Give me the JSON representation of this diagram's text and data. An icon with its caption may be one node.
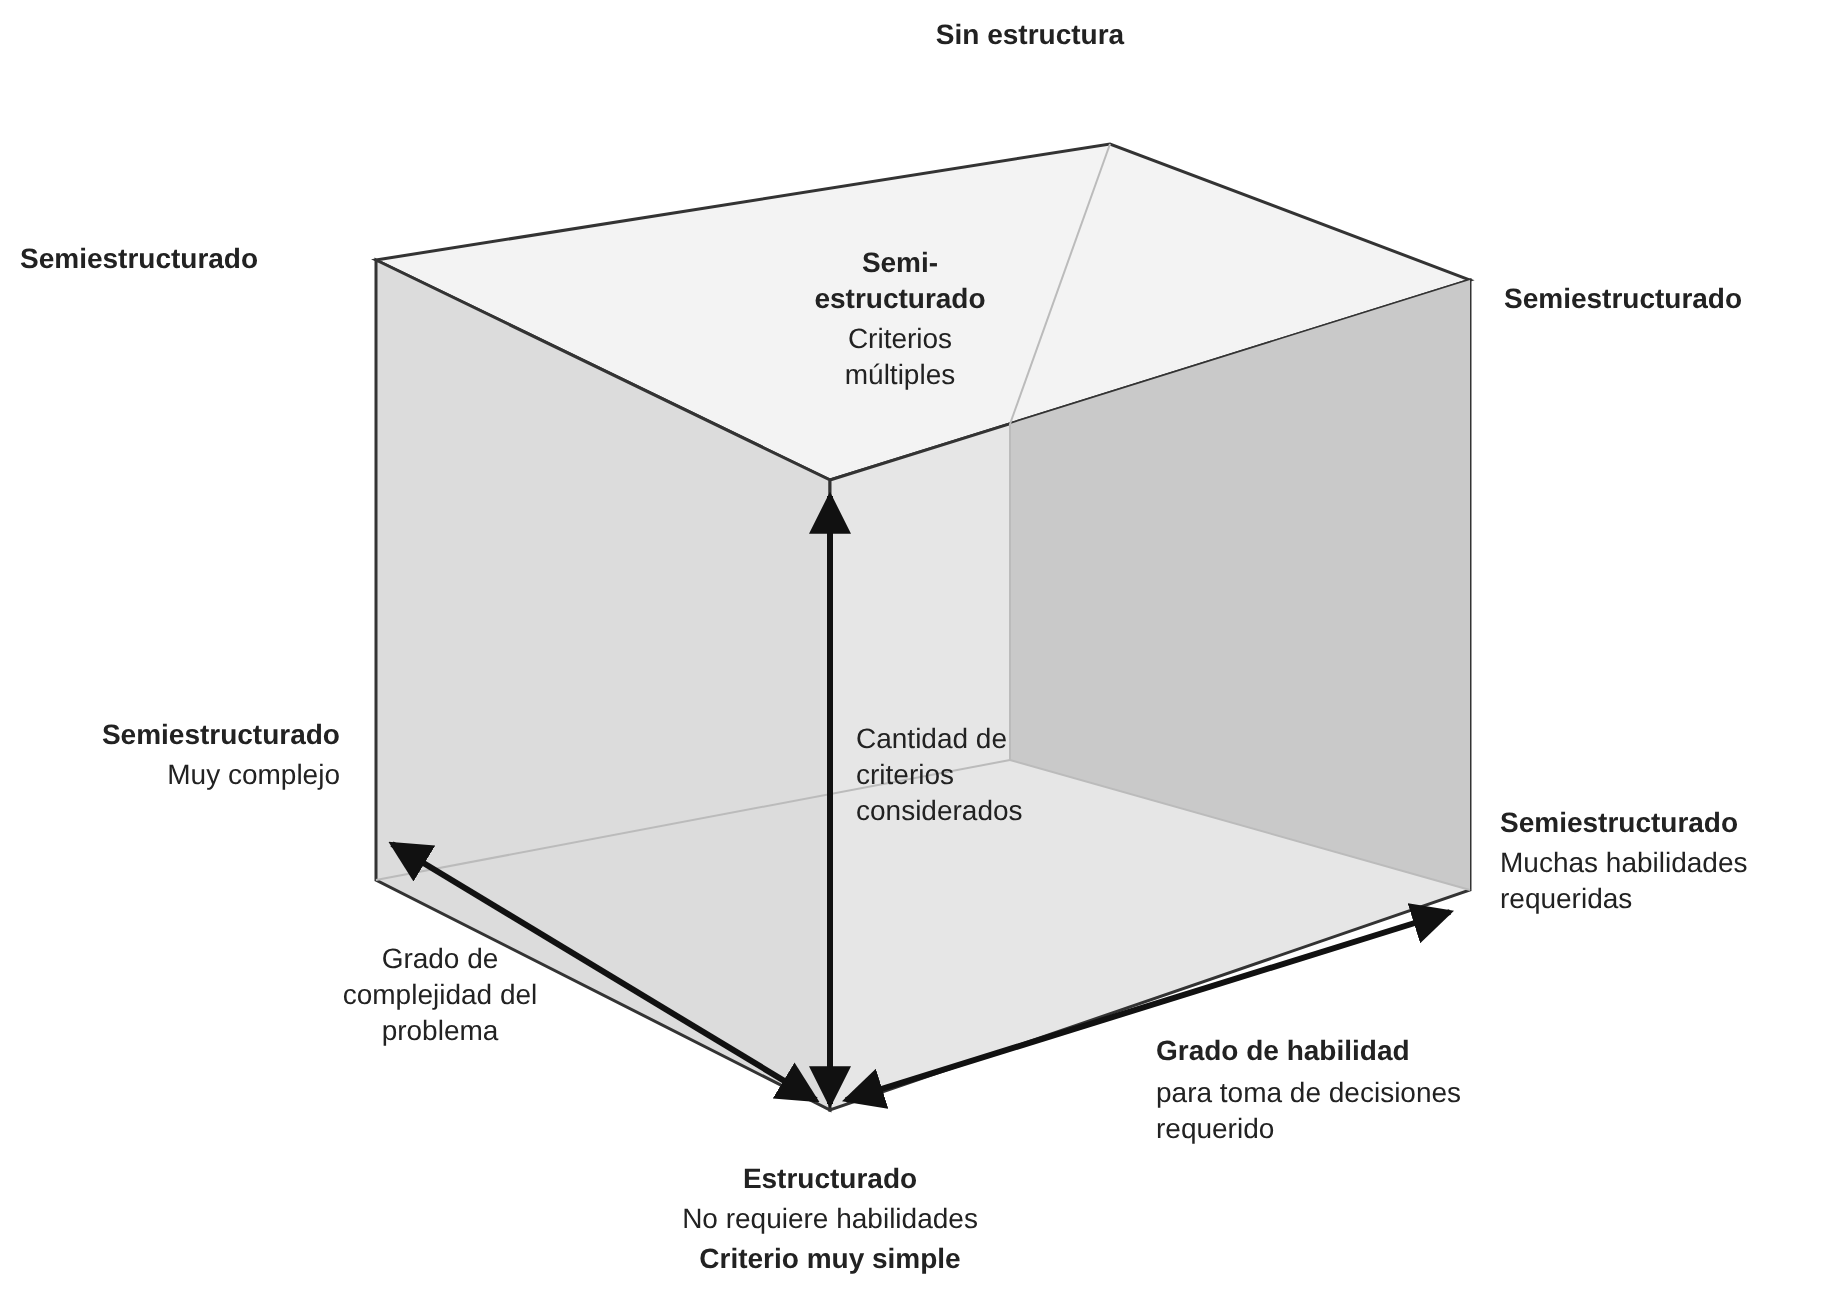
{
  "diagram": {
    "labels": [
      "Sin estructura",
      "Semiestructurado",
      "Semi-estructurado",
      "Semiestructurado",
      "Criterios múltiples",
      "Semiestructurado",
      "Muy complejo",
      "Cantidad de criterios considerados",
      "Semiestructurado",
      "Muchas habilidades requeridas",
      "Grado de complejidad del problema",
      "Grado de habilidad",
      "para toma de decisiones requerido",
      "Estructurado",
      "No requiere habilidades",
      "Criterio muy simple"
    ]
  }
}
